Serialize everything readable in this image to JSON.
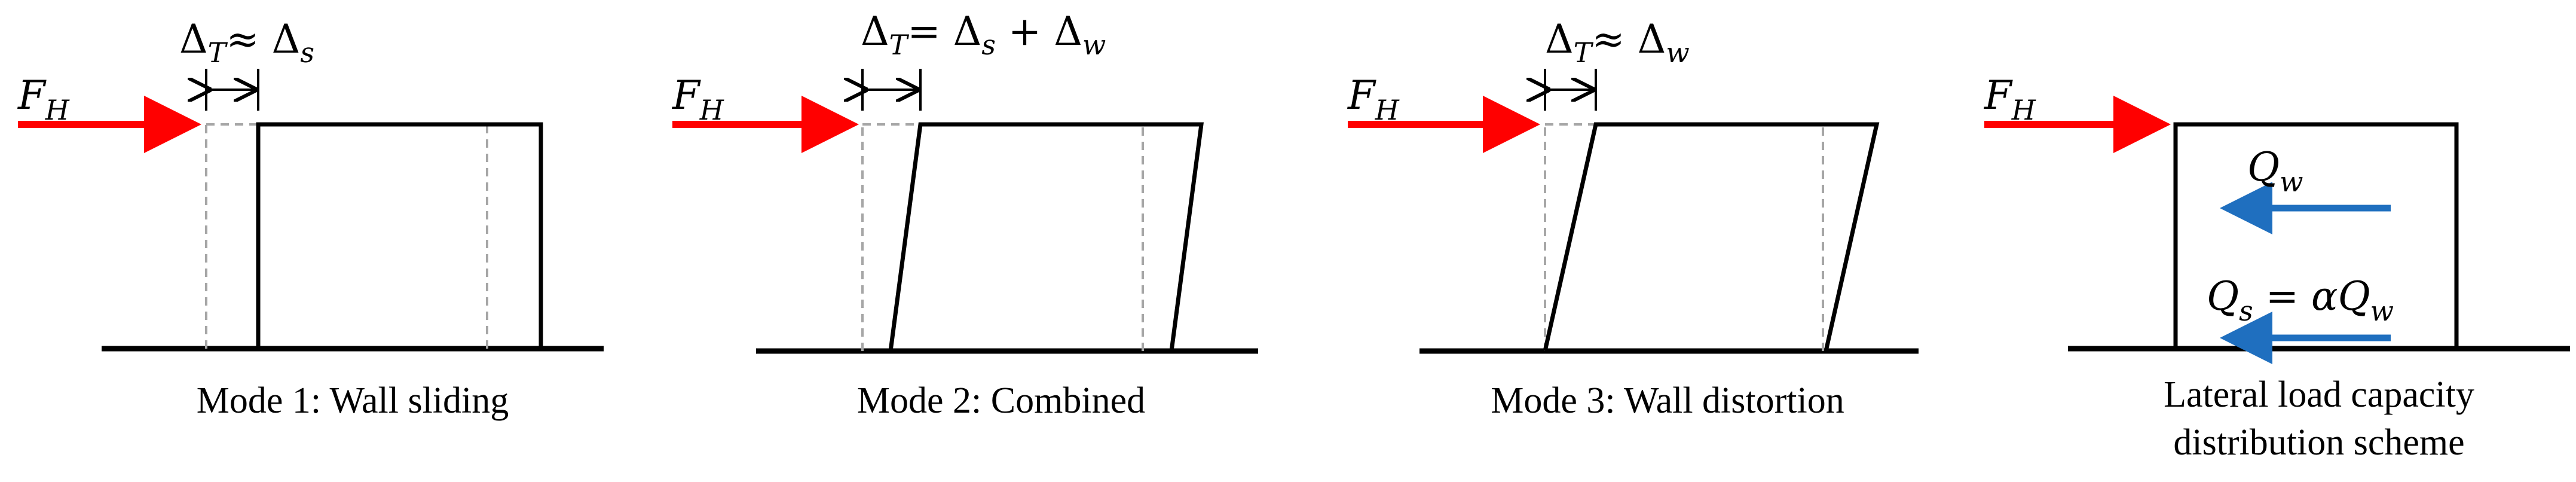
{
  "colors": {
    "force_arrow": "#ff0000",
    "capacity_arrow": "#1f6fbf",
    "outline": "#000000",
    "dashed_guide": "#a6a6a6"
  },
  "panels": [
    {
      "caption": "Mode 1: Wall sliding",
      "force": {
        "symbol": "F",
        "sub": "H"
      },
      "equation": {
        "lhs": "Δ",
        "lhs_sub": "T",
        "op": "≈ ",
        "t1": "Δ",
        "t1_sub": "s",
        "plus": "",
        "t2": "",
        "t2_sub": ""
      }
    },
    {
      "caption": "Mode 2: Combined",
      "force": {
        "symbol": "F",
        "sub": "H"
      },
      "equation": {
        "lhs": "Δ",
        "lhs_sub": "T",
        "op": "= ",
        "t1": "Δ",
        "t1_sub": "s",
        "plus": " + ",
        "t2": "Δ",
        "t2_sub": "w"
      }
    },
    {
      "caption": "Mode 3: Wall distortion",
      "force": {
        "symbol": "F",
        "sub": "H"
      },
      "equation": {
        "lhs": "Δ",
        "lhs_sub": "T",
        "op": "≈ ",
        "t1": "Δ",
        "t1_sub": "w",
        "plus": "",
        "t2": "",
        "t2_sub": ""
      }
    },
    {
      "caption_line1": "Lateral load capacity",
      "caption_line2": "distribution scheme",
      "force": {
        "symbol": "F",
        "sub": "H"
      },
      "qw": {
        "symbol": "Q",
        "sub": "w"
      },
      "qs": {
        "lhs": "Q",
        "lhs_sub": "s",
        "eq": " = ",
        "coef": "α",
        "rhs": "Q",
        "rhs_sub": "w"
      }
    }
  ]
}
